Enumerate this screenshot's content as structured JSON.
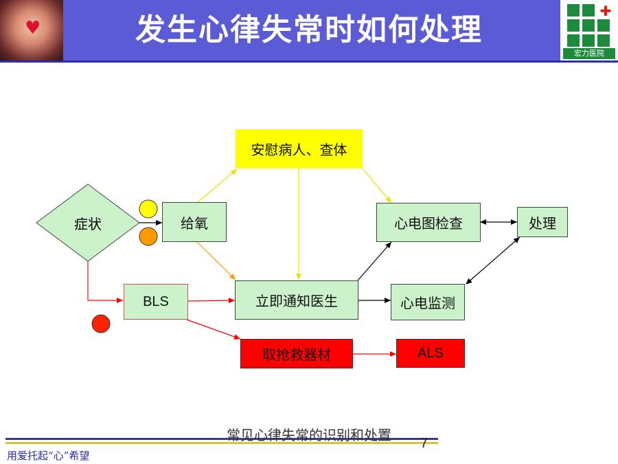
{
  "header": {
    "title": "发生心律失常时如何处理",
    "logo_text": "宏力医院",
    "background_color": "#5b5bd6"
  },
  "diagram": {
    "nodes": {
      "symptom": "症状",
      "oxygen": "给氧",
      "comfort": "安慰病人、查体",
      "ecg": "心电图检查",
      "treat": "处理",
      "notify": "立即通知医生",
      "monitor": "心电监测",
      "bls": "BLS",
      "rescue": "取抢救器材",
      "als": "ALS"
    },
    "status_circles": [
      "yellow",
      "orange",
      "red"
    ],
    "colors": {
      "green_box": "#ccf2cc",
      "yellow_box": "#ffff00",
      "red_box": "#ff0000",
      "yellow_arrow": "#ffff00",
      "orange_arrow": "#ff9900",
      "red_arrow": "#ff0000",
      "black_arrow": "#000000"
    }
  },
  "footer": {
    "left": "用爱托起“心”希望",
    "center": "常见心律失常的识别和处置",
    "page": "7"
  }
}
